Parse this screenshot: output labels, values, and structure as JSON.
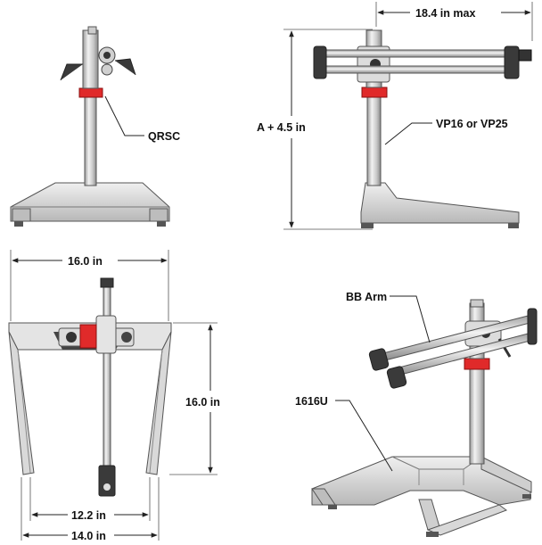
{
  "labels": {
    "qrsc": "QRSC",
    "arm_reach": "18.4 in max",
    "height": "A + 4.5 in",
    "post": "VP16 or VP25",
    "base_width": "16.0 in",
    "base_depth": "16.0 in",
    "inner_width": "12.2 in",
    "outer_width": "14.0 in",
    "arm": "BB Arm",
    "base": "1616U"
  },
  "colors": {
    "clamp": "#e02a2a",
    "metal": "#d4d4d4",
    "knob": "#3a3a3a"
  }
}
